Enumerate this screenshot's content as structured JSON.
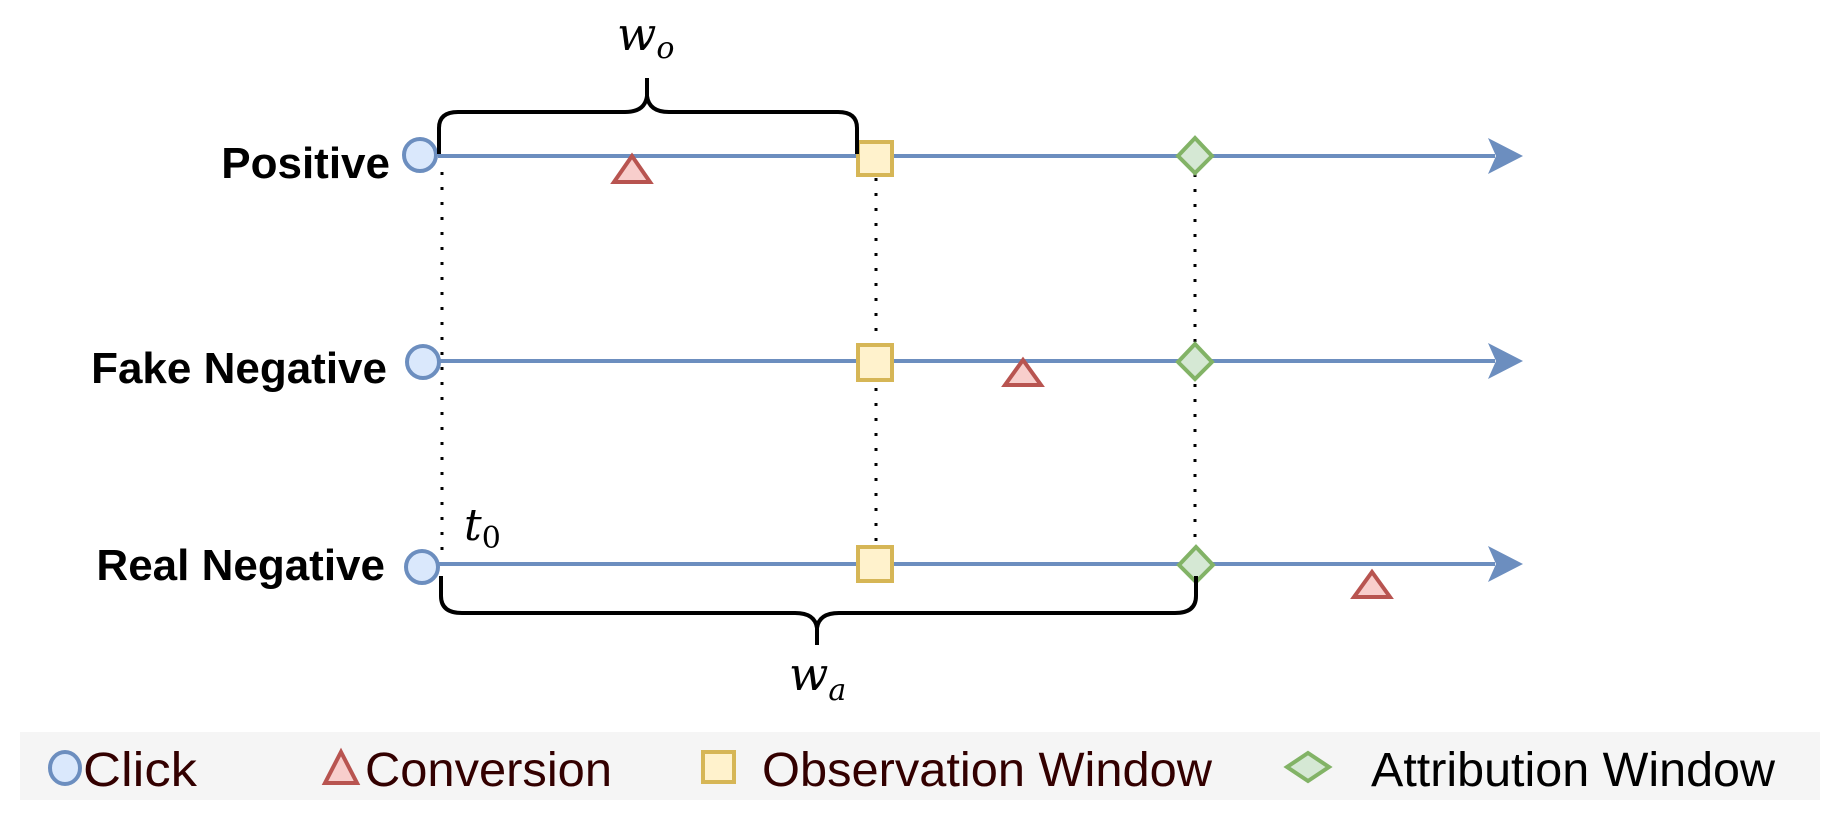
{
  "colors": {
    "timeline": "#6C8EBF",
    "click_fill": "#DAE8FC",
    "click_stroke": "#6C8EBF",
    "conversion_fill": "#F8CECC",
    "conversion_stroke": "#B85450",
    "observation_fill": "#FFF2CC",
    "observation_stroke": "#D6B656",
    "attribution_fill": "#D5E8D4",
    "attribution_stroke": "#82B366",
    "legend_bg": "#F5F5F5",
    "legend_text": "#330000",
    "legend_text_attribution": "#000000"
  },
  "rows": [
    {
      "label": "Positive",
      "conversion_position": "before observation window end"
    },
    {
      "label": "Fake Negative",
      "conversion_position": "between observation window end and attribution window end"
    },
    {
      "label": "Real Negative",
      "conversion_position": "after attribution window end"
    }
  ],
  "annotations": {
    "observation_window": {
      "symbol": "w",
      "subscript": "o"
    },
    "attribution_window": {
      "symbol": "w",
      "subscript": "a"
    },
    "start_time": {
      "symbol": "t",
      "subscript": "0"
    }
  },
  "legend": [
    {
      "icon": "circle-icon",
      "label": "Click"
    },
    {
      "icon": "triangle-icon",
      "label": "Conversion"
    },
    {
      "icon": "square-icon",
      "label": "Observation Window"
    },
    {
      "icon": "diamond-icon",
      "label": "Attribution Window"
    }
  ]
}
